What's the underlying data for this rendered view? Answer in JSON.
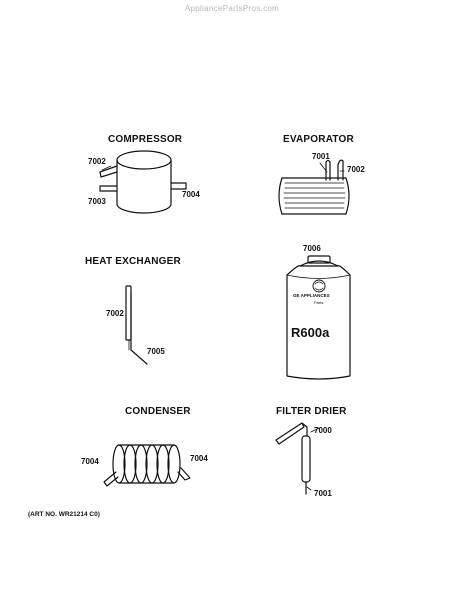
{
  "watermark": "AppliancePartsPros.com",
  "sections": {
    "compressor": {
      "title": "COMPRESSOR",
      "labels": [
        "7002",
        "7003",
        "7004"
      ]
    },
    "evaporator": {
      "title": "EVAPORATOR",
      "labels": [
        "7001",
        "7002"
      ]
    },
    "heat_exchanger": {
      "title": "HEAT EXCHANGER",
      "labels": [
        "7002",
        "7005"
      ]
    },
    "refrigerant_can": {
      "part_number": "7006",
      "brand_line1": "GE APPLIANCES",
      "brand_line2": "Parts",
      "product": "R600a"
    },
    "condenser": {
      "title": "CONDENSER",
      "labels": [
        "7004",
        "7004"
      ]
    },
    "filter_drier": {
      "title": "FILTER DRIER",
      "labels": [
        "7000",
        "7001"
      ]
    }
  },
  "art_number": "(ART NO. WR21214 C0)"
}
